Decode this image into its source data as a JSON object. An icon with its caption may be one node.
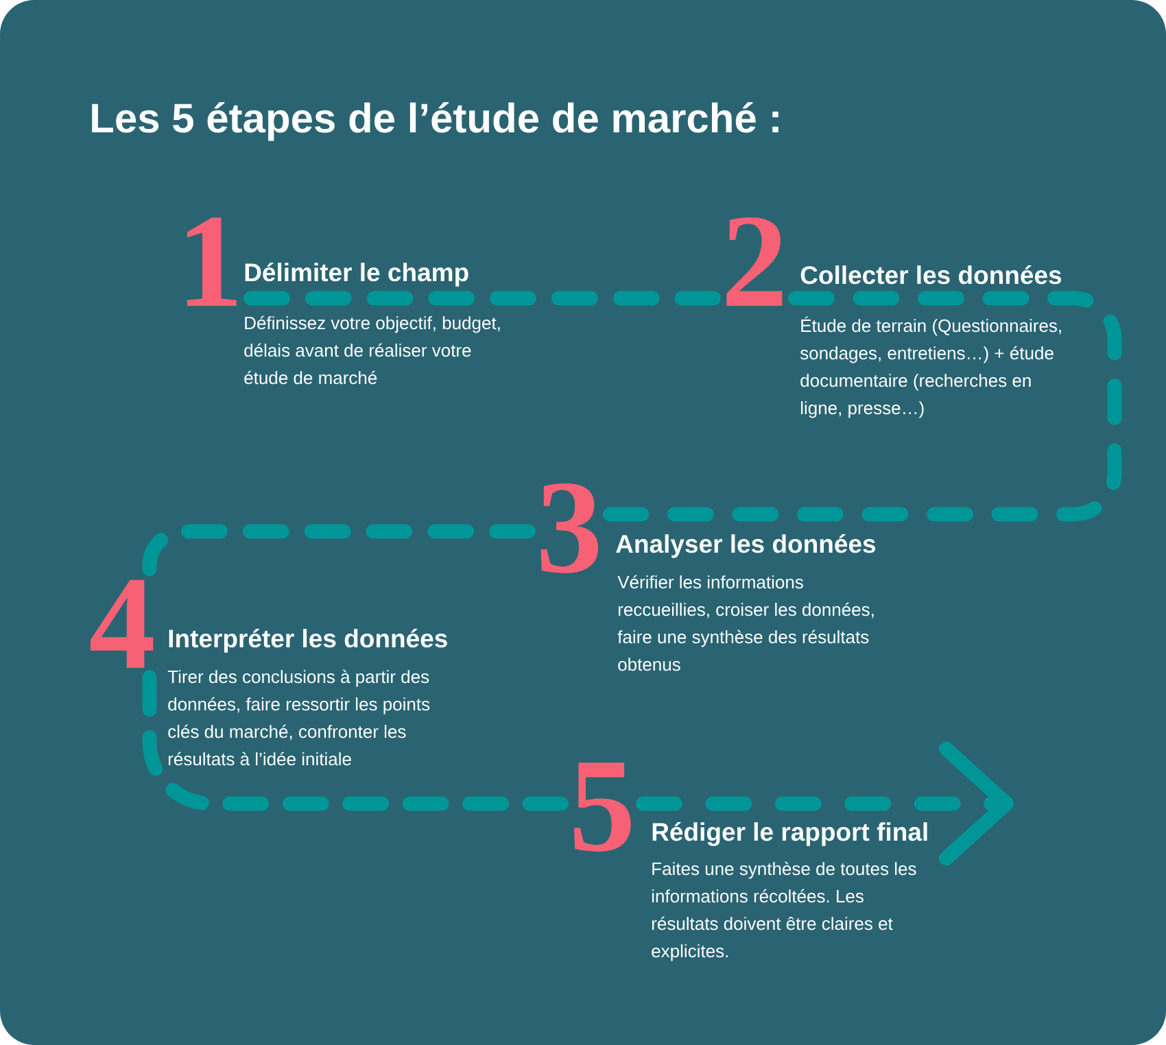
{
  "diagram": {
    "title": "Les 5 étapes de l’étude de marché :",
    "nodes": [
      {
        "text": [
          "1",
          "Délimiter le champ",
          "Définissez votre objectif, budget, délais avant de réaliser votre étude de marché"
        ]
      },
      {
        "text": [
          "2",
          "Collecter les données",
          "Étude de terrain (Questionnaires, sondages, entretiens…) + étude documentaire (recherches en ligne, presse…)"
        ]
      },
      {
        "text": [
          "3",
          "Analyser les données",
          "Vérifier les informations reccueillies, croiser les données, faire une synthèse des résultats obtenus"
        ]
      },
      {
        "text": [
          "4",
          "Interpréter les données",
          "Tirer des conclusions à partir des données, faire ressortir les points clés du marché, confronter les résultats à l’idée initiale"
        ]
      },
      {
        "text": [
          "5",
          "Rédiger le rapport final",
          "Faites une synthèse de toutes les informations récoltées. Les résultats doivent être claires et explicites."
        ]
      }
    ],
    "edges": [
      {
        "from": 0,
        "to": 1,
        "arrow": "none",
        "style": "dashed"
      },
      {
        "from": 1,
        "to": 2,
        "arrow": "none",
        "style": "dashed"
      },
      {
        "from": 2,
        "to": 3,
        "arrow": "none",
        "style": "dashed"
      },
      {
        "from": 3,
        "to": 4,
        "arrow": "none",
        "style": "dashed"
      },
      {
        "from": 4,
        "to": null,
        "arrow": "to",
        "style": "dashed"
      }
    ]
  }
}
